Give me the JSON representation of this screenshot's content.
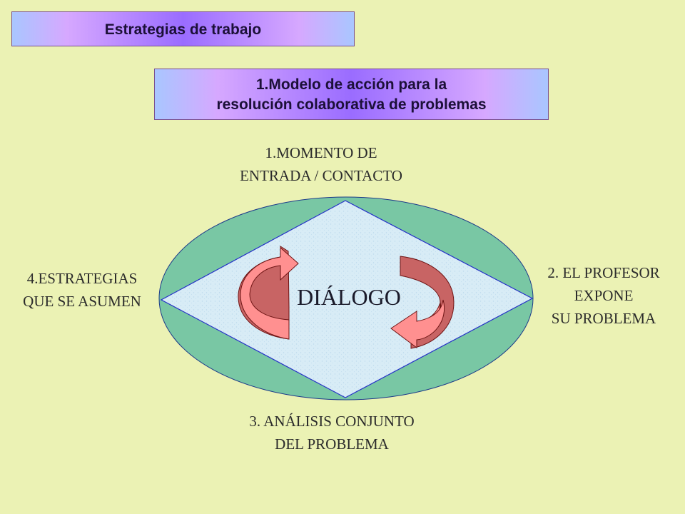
{
  "header": {
    "title": "Estrategias de trabajo"
  },
  "model": {
    "title_line1": "1.Modelo de acción para la",
    "title_line2": "resolución colaborativa de problemas"
  },
  "cycle": {
    "center": "DIÁLOGO",
    "step1_line1": "1.MOMENTO DE",
    "step1_line2": "ENTRADA / CONTACTO",
    "step2_line1": "2. EL PROFESOR",
    "step2_line2": "EXPONE",
    "step2_line3": "SU PROBLEMA",
    "step3_line1": "3. ANÁLISIS CONJUNTO",
    "step3_line2": "DEL PROBLEMA",
    "step4_line1": "4.ESTRATEGIAS",
    "step4_line2": "QUE SE ASUMEN"
  },
  "colors": {
    "ellipse_fill": "#79c7a4",
    "diamond_fill": "#d8ecf6",
    "diamond_stroke": "#2430c8",
    "arrow_front": "#ff9090",
    "arrow_back": "#c86464",
    "arrow_stroke": "#6e1414"
  }
}
